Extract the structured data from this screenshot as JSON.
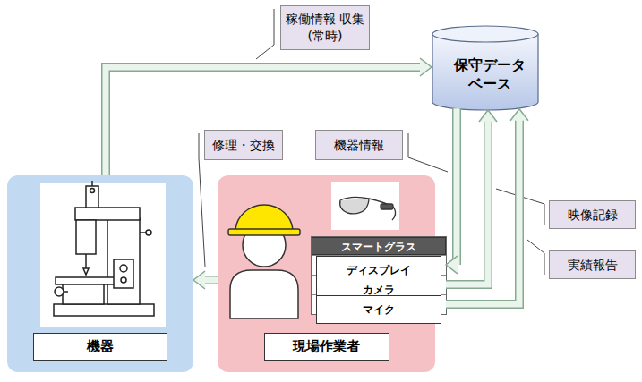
{
  "diagram": {
    "nodes": [
      {
        "text": [
          "保守データ ベース"
        ]
      },
      {
        "text": [
          "機器"
        ]
      },
      {
        "text": [
          "現場作業者"
        ]
      },
      {
        "text": [
          "スマートグラス"
        ],
        "in": 2
      },
      {
        "text": [
          "ディスプレイ"
        ],
        "in": 3
      },
      {
        "text": [
          "カメラ"
        ],
        "in": 3
      },
      {
        "text": [
          "マイク"
        ],
        "in": 3
      }
    ],
    "edges": [
      {
        "from": 1,
        "to": 0,
        "arrow": "to",
        "label": "稼働情報 収集(常時)"
      },
      {
        "from": 0,
        "to": 4,
        "arrow": "to",
        "label": "機器情報"
      },
      {
        "from": 5,
        "to": 0,
        "arrow": "to",
        "label": "映像記録"
      },
      {
        "from": 6,
        "to": 0,
        "arrow": "to",
        "label": "実績報告"
      },
      {
        "from": 2,
        "to": 1,
        "arrow": "to",
        "label": "修理・交換"
      }
    ]
  }
}
